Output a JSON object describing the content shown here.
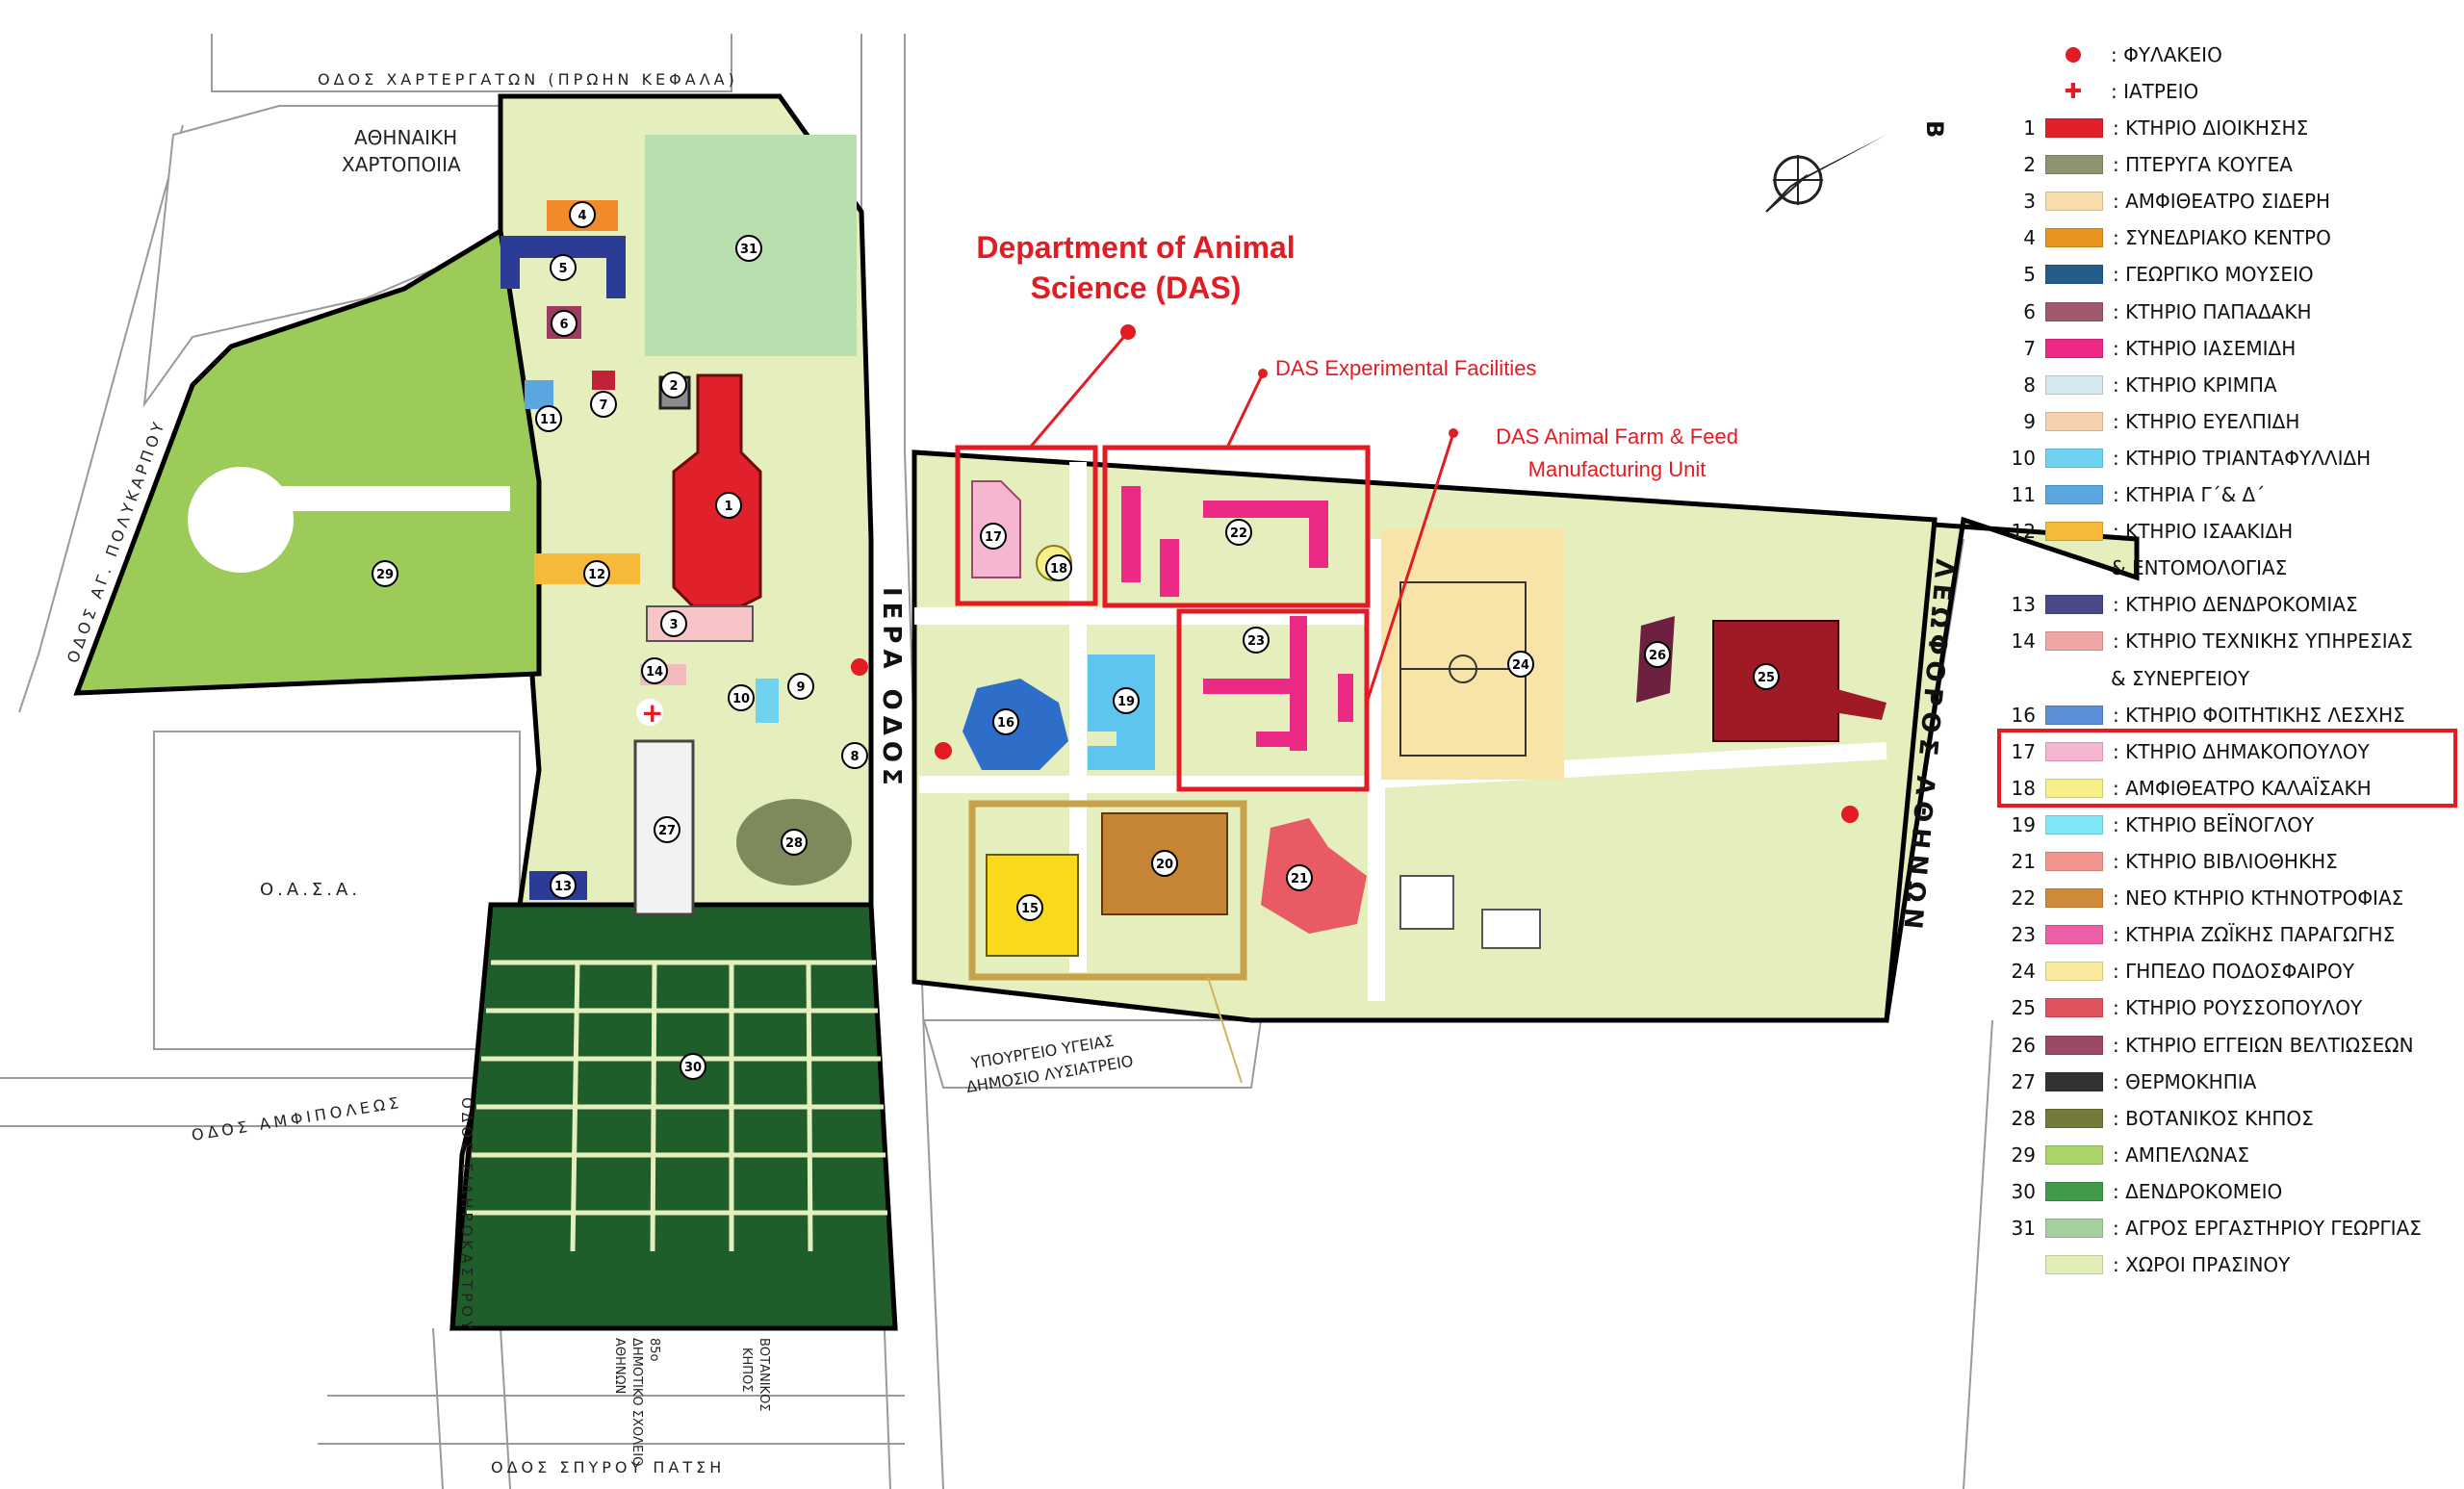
{
  "map": {
    "streets": {
      "top": "ΟΔΟΣ ΧΑΡΤΕΡΓΑΤΩΝ (ΠΡΩΗΝ ΚΕΦΑΛΑ)",
      "left": "ΟΔΟΣ ΑΓ. ΠΟΛΥΚΑΡΠΟΥ",
      "amfipoleos": "ΟΔΟΣ ΑΜΦΙΠΟΛΕΩΣ",
      "sidirokastrou": "ΟΔΟΣ ΣΙΔΗΡΟΚΑΣΤΡΟΥ",
      "bottom": "ΟΔΟΣ ΣΠΥΡΟΥ ΠΑΤΣΗ",
      "iera_odos": "ΙΕΡΑ ΟΔΟΣ",
      "leoforos": "ΛΕΩΦΟΡΟΣ ΑΘΗΝΩΝ"
    },
    "places": {
      "athinaiki_1": "ΑΘΗΝΑΙΚΗ",
      "athinaiki_2": "ΧΑΡΤΟΠΟΙΙΑ",
      "oasa": "Ο.Α.Σ.Α.",
      "ypourgeio_1": "ΥΠΟΥΡΓΕΙΟ ΥΓΕΙΑΣ",
      "ypourgeio_2": "ΔΗΜΟΣΙΟ ΛΥΣΙΑΤΡΕΙΟ",
      "school_1": "85ο",
      "school_2": "ΔΗΜΟΤΙΚΟ ΣΧΟΛΕΙΟ",
      "school_3": "ΑΘΗΝΩΝ",
      "botanikos_1": "ΒΟΤΑΝΙΚΟΣ",
      "botanikos_2": "ΚΗΠΟΣ"
    },
    "compass_letter": "B",
    "building_numbers": [
      "1",
      "2",
      "3",
      "4",
      "5",
      "6",
      "7",
      "8",
      "9",
      "10",
      "11",
      "12",
      "13",
      "14",
      "15",
      "16",
      "17",
      "18",
      "19",
      "20",
      "21",
      "22",
      "23",
      "24",
      "25",
      "26",
      "27",
      "28",
      "29",
      "30",
      "31"
    ]
  },
  "annotations": {
    "das_title_line1": "Department of Animal",
    "das_title_line2": "Science (DAS)",
    "experimental": "DAS Experimental Facilities",
    "farm_line1": "DAS Animal Farm & Feed",
    "farm_line2": "Manufacturing Unit",
    "red_color": "#e31b23",
    "gold_color": "#c8a24a"
  },
  "legend": {
    "guard": {
      "label": ": ΦΥΛΑΚΕΙΟ",
      "icon": "red-dot-icon"
    },
    "clinic": {
      "label": ": ΙΑΤΡΕΙΟ",
      "icon": "red-cross-icon"
    },
    "items": [
      {
        "num": "1",
        "label": ": ΚΤΗΡΙΟ ΔΙΟΙΚΗΣΗΣ",
        "color": "#e0202a"
      },
      {
        "num": "2",
        "label": ": ΠΤΕΡΥΓΑ ΚΟΥΓΕΑ",
        "color": "#8d9470"
      },
      {
        "num": "3",
        "label": ": ΑΜΦΙΘΕΑΤΡΟ ΣΙΔΕΡΗ",
        "color": "#f7dcae"
      },
      {
        "num": "4",
        "label": ": ΣΥΝΕΔΡΙΑΚΟ ΚΕΝΤΡΟ",
        "color": "#e8951f"
      },
      {
        "num": "5",
        "label": ": ΓΕΩΡΓΙΚΟ ΜΟΥΣΕΙΟ",
        "color": "#245c8a"
      },
      {
        "num": "6",
        "label": ": ΚΤΗΡΙΟ ΠΑΠΑΔΑΚΗ",
        "color": "#a05a6e"
      },
      {
        "num": "7",
        "label": ": ΚΤΗΡΙΟ ΙΑΣΕΜΙΔΗ",
        "color": "#ec2a86"
      },
      {
        "num": "8",
        "label": ": ΚΤΗΡΙΟ ΚΡΙΜΠΑ",
        "color": "#d4e8ee"
      },
      {
        "num": "9",
        "label": ": ΚΤΗΡΙΟ ΕΥΕΛΠΙΔΗ",
        "color": "#f6d0ae"
      },
      {
        "num": "10",
        "label": ": ΚΤΗΡΙΟ ΤΡΙΑΝΤΑΦΥΛΛΙΔΗ",
        "color": "#6fd3f0"
      },
      {
        "num": "11",
        "label": ": ΚΤΗΡΙΑ Γ΄& Δ΄",
        "color": "#5aa6e0"
      },
      {
        "num": "12",
        "label": ": ΚΤΗΡΙΟ ΙΣΑΑΚΙΔΗ",
        "color": "#f6b93a"
      },
      {
        "num": "",
        "label": "& ΕΝΤΟΜΟΛΟΓΙΑΣ",
        "color": ""
      },
      {
        "num": "13",
        "label": ": ΚΤΗΡΙΟ ΔΕΝΔΡΟΚΟΜΙΑΣ",
        "color": "#4a4a8a"
      },
      {
        "num": "14",
        "label": ": ΚΤΗΡΙΟ ΤΕΧΝΙΚΗΣ ΥΠΗΡΕΣΙΑΣ",
        "color": "#eea6a6"
      },
      {
        "num": "",
        "label": "& ΣΥΝΕΡΓΕΙΟΥ",
        "color": ""
      },
      {
        "num": "16",
        "label": ": ΚΤΗΡΙΟ ΦΟΙΤΗΤΙΚΗΣ ΛΕΣΧΗΣ",
        "color": "#5b8fd8"
      },
      {
        "num": "17",
        "label": ": ΚΤΗΡΙΟ ΔΗΜΑΚΟΠΟΥΛΟΥ",
        "color": "#f4b6d0"
      },
      {
        "num": "18",
        "label": ": ΑΜΦΙΘΕΑΤΡΟ ΚΑΛΑΪΣΑΚΗ",
        "color": "#f6ef8a"
      },
      {
        "num": "19",
        "label": ": ΚΤΗΡΙΟ ΒΕΪΝΟΓΛΟΥ",
        "color": "#7fe8f6"
      },
      {
        "num": "21",
        "label": ": ΚΤΗΡΙΟ ΒΙΒΛΙΟΘΗΚΗΣ",
        "color": "#f2958f"
      },
      {
        "num": "22",
        "label": ": ΝΕΟ ΚΤΗΡΙΟ ΚΤΗΝΟΤΡΟΦΙΑΣ",
        "color": "#d08a38"
      },
      {
        "num": "23",
        "label": ": ΚΤΗΡΙΑ ΖΩΪΚΗΣ ΠΑΡΑΓΩΓΗΣ",
        "color": "#ee5fa6"
      },
      {
        "num": "24",
        "label": ": ΓΗΠΕΔΟ ΠΟΔΟΣΦΑΙΡΟΥ",
        "color": "#f8ea9a"
      },
      {
        "num": "25",
        "label": ": ΚΤΗΡΙΟ ΡΟΥΣΣΟΠΟΥΛΟΥ",
        "color": "#e0525c"
      },
      {
        "num": "26",
        "label": ": ΚΤΗΡΙΟ ΕΓΓΕΙΩΝ ΒΕΛΤΙΩΣΕΩΝ",
        "color": "#9c4a63"
      },
      {
        "num": "27",
        "label": ": ΘΕΡΜΟΚΗΠΙΑ",
        "color": "#333333"
      },
      {
        "num": "28",
        "label": ": ΒΟΤΑΝΙΚΟΣ ΚΗΠΟΣ",
        "color": "#737a3a"
      },
      {
        "num": "29",
        "label": ": ΑΜΠΕΛΩΝΑΣ",
        "color": "#a8d468"
      },
      {
        "num": "30",
        "label": ": ΔΕΝΔΡΟΚΟΜΕΙΟ",
        "color": "#3f9a4a"
      },
      {
        "num": "31",
        "label": ": ΑΓΡΟΣ ΕΡΓΑΣΤΗΡΙΟΥ ΓΕΩΡΓΙΑΣ",
        "color": "#a6cfa0"
      },
      {
        "num": "",
        "label": ": ΧΩΡΟΙ ΠΡΑΣΙΝΟΥ",
        "color": "#e2eeb8"
      }
    ]
  }
}
